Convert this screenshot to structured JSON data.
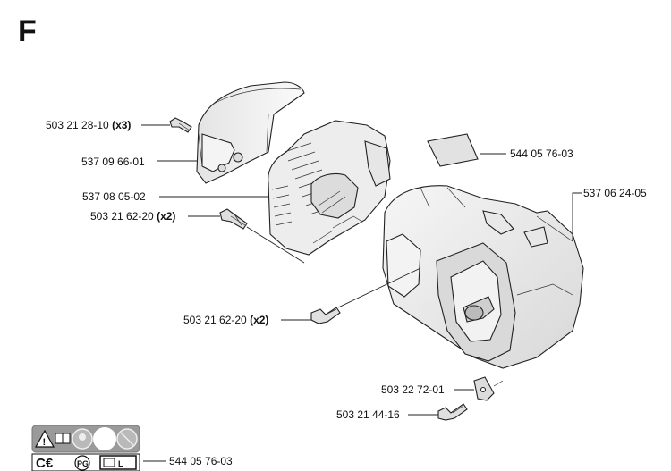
{
  "section_letter": "F",
  "callouts": [
    {
      "id": "screw-top",
      "number": "503 21 28-10",
      "qty": "(x3)"
    },
    {
      "id": "top-cover",
      "number": "537 09 66-01",
      "qty": ""
    },
    {
      "id": "cylinder-shroud",
      "number": "537 08 05-02",
      "qty": ""
    },
    {
      "id": "screw-shroud",
      "number": "503 21 62-20",
      "qty": "(x2)"
    },
    {
      "id": "decal",
      "number": "544 05 76-03",
      "qty": ""
    },
    {
      "id": "engine-housing",
      "number": "537 06 24-05",
      "qty": ""
    },
    {
      "id": "screw-housing",
      "number": "503 21 62-20",
      "qty": "(x2)"
    },
    {
      "id": "clip",
      "number": "503 22 72-01",
      "qty": ""
    },
    {
      "id": "screw-clip",
      "number": "503 21 44-16",
      "qty": ""
    },
    {
      "id": "warning-label",
      "number": "544 05 76-03",
      "qty": ""
    }
  ],
  "warning_symbols": {
    "ce_mark": "C€"
  },
  "colors": {
    "part_fill": "#efefef",
    "part_shade": "#cfcfcf",
    "label_bg": "#9a9a9a",
    "ink": "#111111"
  }
}
